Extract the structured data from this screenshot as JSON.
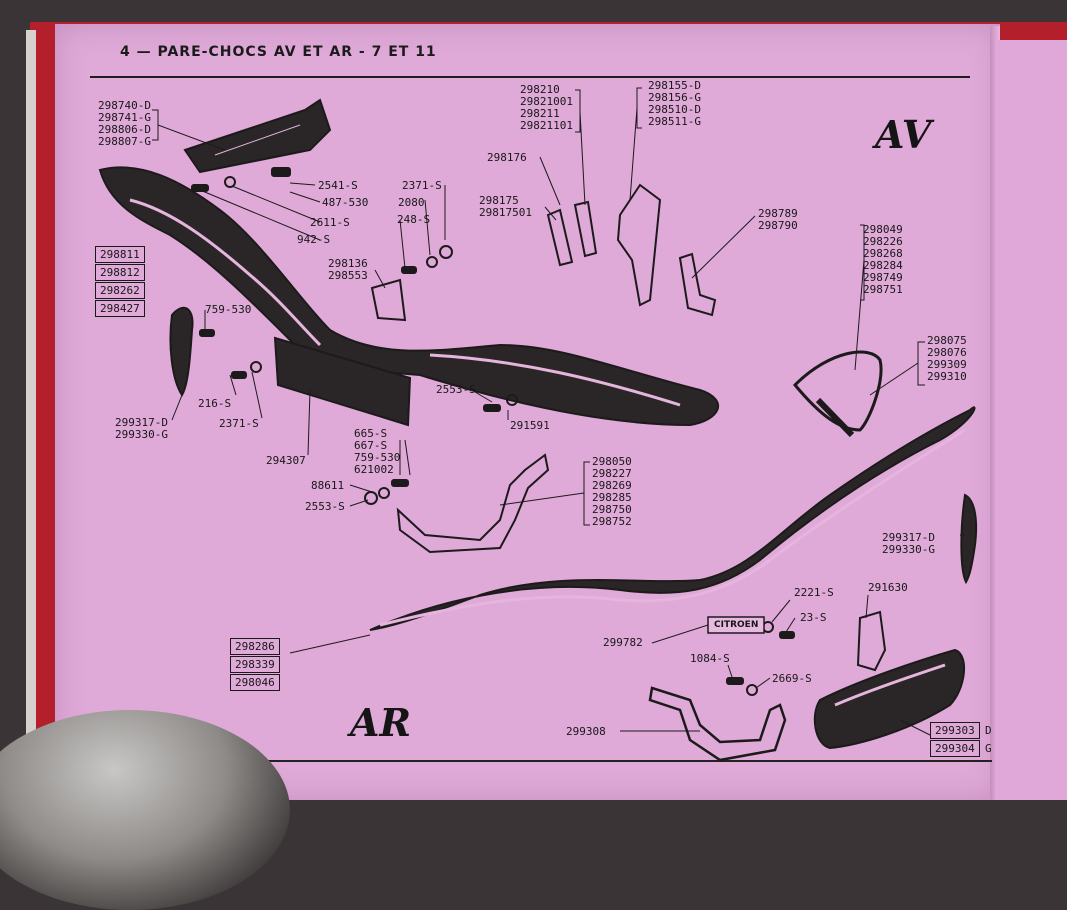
{
  "header": {
    "title": "4 — PARE-CHOCS AV ET AR - 7 ET 11"
  },
  "sections": {
    "front": "AV",
    "rear": "AR"
  },
  "colors": {
    "page": "#dfa9d8",
    "ink": "#1a1a1a",
    "cover": "#b3202c"
  },
  "labels": {
    "l298740": "298740-D",
    "l298741": "298741-G",
    "l298806": "298806-D",
    "l298807": "298807-G",
    "l2541": "2541-S",
    "l487": "487-530",
    "l2611": "2611-S",
    "l942": "942-S",
    "l2371a": "2371-S",
    "l2080": "2080",
    "l248": "248-S",
    "l298136": "298136",
    "l298553": "298553",
    "l298176": "298176",
    "l298175": "298175",
    "l29817501": "29817501",
    "l298210": "298210",
    "l29821001": "29821001",
    "l298211": "298211",
    "l29821101": "29821101",
    "l298155": "298155-D",
    "l298156": "298156-G",
    "l298510": "298510-D",
    "l298511": "298511-G",
    "l298789": "298789",
    "l298790": "298790",
    "l298049": "298049",
    "l298226": "298226",
    "l298268": "298268",
    "l298284": "298284",
    "l298749": "298749",
    "l298751": "298751",
    "l298075": "298075",
    "l298076": "298076",
    "l299309": "299309",
    "l299310": "299310",
    "l759a": "759-530",
    "l216": "216-S",
    "l2371b": "2371-S",
    "l299317a": "299317-D",
    "l299330a": "299330-G",
    "l294307": "294307",
    "l2553a": "2553-S",
    "l291591": "291591",
    "l665": "665-S",
    "l667": "667-S",
    "l759b": "759-530",
    "l621002": "621002",
    "l88611": "88611",
    "l2553b": "2553-S",
    "l298050": "298050",
    "l298227": "298227",
    "l298269": "298269",
    "l298285": "298285",
    "l298750": "298750",
    "l298752": "298752",
    "l299317b": "299317-D",
    "l299330b": "299330-G",
    "l2221": "2221-S",
    "l23": "23-S",
    "l291630": "291630",
    "l299782": "299782",
    "lcitroen": "CITROEN",
    "l1084": "1084-S",
    "l2669": "2669-S",
    "l299308": "299308",
    "l299303": "299303",
    "l299303s": "D",
    "l299304": "299304",
    "l299304s": "G"
  },
  "boxes": {
    "front_bumper": [
      "298811",
      "298812",
      "298262",
      "298427"
    ],
    "rear_bumper": [
      "298286",
      "298339",
      "298046"
    ]
  }
}
